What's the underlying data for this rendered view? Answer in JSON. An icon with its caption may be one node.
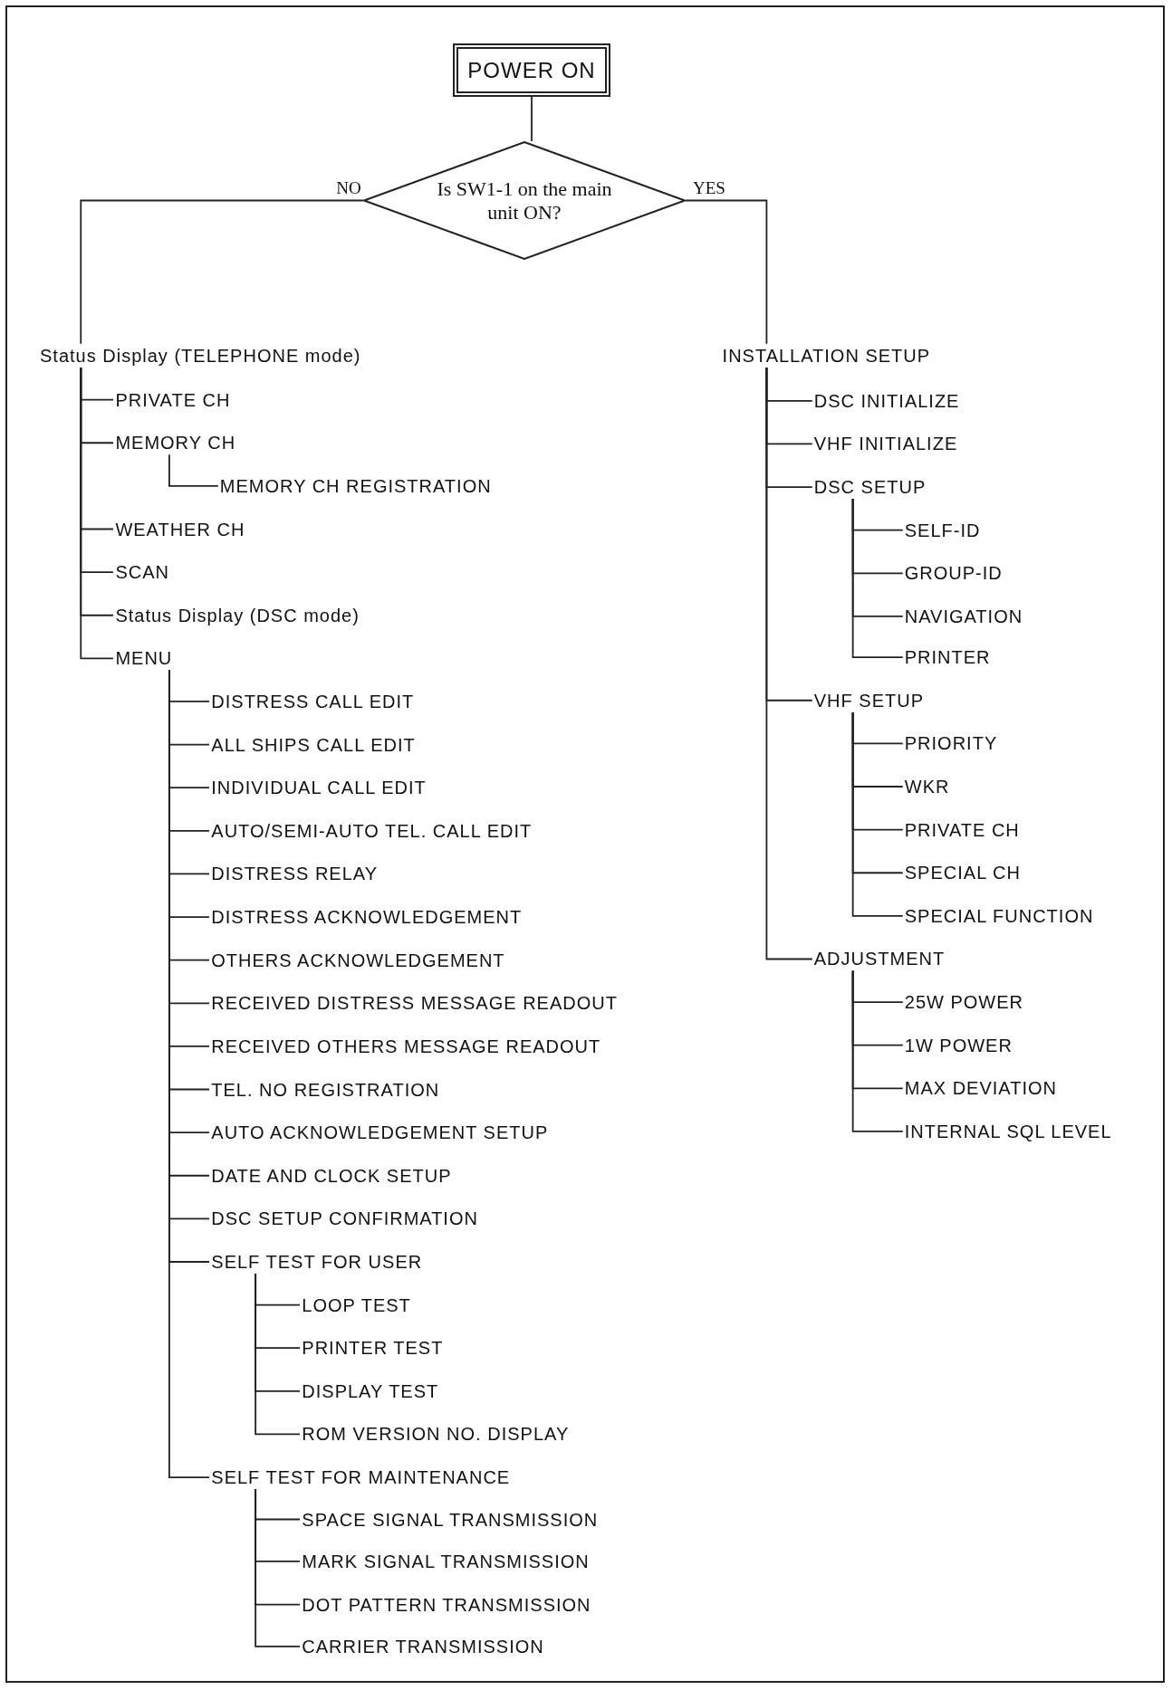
{
  "diagram": {
    "nodes": [
      {
        "text": [
          "POWER ON"
        ]
      },
      {
        "text": [
          "Is SW1-1 on the main unit ON?"
        ]
      },
      {
        "text": [
          "Status Display (TELEPHONE mode)"
        ]
      },
      {
        "text": [
          "PRIVATE CH"
        ]
      },
      {
        "text": [
          "MEMORY CH"
        ]
      },
      {
        "text": [
          "MEMORY CH REGISTRATION"
        ]
      },
      {
        "text": [
          "WEATHER CH"
        ]
      },
      {
        "text": [
          "SCAN"
        ]
      },
      {
        "text": [
          "Status Display (DSC mode)"
        ]
      },
      {
        "text": [
          "MENU"
        ]
      },
      {
        "text": [
          "DISTRESS CALL EDIT"
        ]
      },
      {
        "text": [
          "ALL SHIPS CALL EDIT"
        ]
      },
      {
        "text": [
          "INDIVIDUAL CALL EDIT"
        ]
      },
      {
        "text": [
          "AUTO/SEMI-AUTO TEL. CALL EDIT"
        ]
      },
      {
        "text": [
          "DISTRESS RELAY"
        ]
      },
      {
        "text": [
          "DISTRESS ACKNOWLEDGEMENT"
        ]
      },
      {
        "text": [
          "OTHERS ACKNOWLEDGEMENT"
        ]
      },
      {
        "text": [
          "RECEIVED DISTRESS MESSAGE READOUT"
        ]
      },
      {
        "text": [
          "RECEIVED OTHERS MESSAGE READOUT"
        ]
      },
      {
        "text": [
          "TEL. NO REGISTRATION"
        ]
      },
      {
        "text": [
          "AUTO ACKNOWLEDGEMENT SETUP"
        ]
      },
      {
        "text": [
          "DATE AND CLOCK SETUP"
        ]
      },
      {
        "text": [
          "DSC SETUP CONFIRMATION"
        ]
      },
      {
        "text": [
          "SELF TEST FOR USER"
        ]
      },
      {
        "text": [
          "LOOP TEST"
        ]
      },
      {
        "text": [
          "PRINTER TEST"
        ]
      },
      {
        "text": [
          "DISPLAY TEST"
        ]
      },
      {
        "text": [
          "ROM VERSION NO. DISPLAY"
        ]
      },
      {
        "text": [
          "SELF TEST FOR MAINTENANCE"
        ]
      },
      {
        "text": [
          "SPACE SIGNAL TRANSMISSION"
        ]
      },
      {
        "text": [
          "MARK SIGNAL TRANSMISSION"
        ]
      },
      {
        "text": [
          "DOT PATTERN TRANSMISSION"
        ]
      },
      {
        "text": [
          "CARRIER TRANSMISSION"
        ]
      },
      {
        "text": [
          "INSTALLATION SETUP"
        ]
      },
      {
        "text": [
          "DSC INITIALIZE"
        ]
      },
      {
        "text": [
          "VHF INITIALIZE"
        ]
      },
      {
        "text": [
          "DSC SETUP"
        ]
      },
      {
        "text": [
          "SELF-ID"
        ]
      },
      {
        "text": [
          "GROUP-ID"
        ]
      },
      {
        "text": [
          "NAVIGATION"
        ]
      },
      {
        "text": [
          "PRINTER"
        ]
      },
      {
        "text": [
          "VHF SETUP"
        ]
      },
      {
        "text": [
          "PRIORITY"
        ]
      },
      {
        "text": [
          "WKR"
        ]
      },
      {
        "text": [
          "PRIVATE CH"
        ]
      },
      {
        "text": [
          "SPECIAL CH"
        ]
      },
      {
        "text": [
          "SPECIAL FUNCTION"
        ]
      },
      {
        "text": [
          "ADJUSTMENT"
        ]
      },
      {
        "text": [
          "25W POWER"
        ]
      },
      {
        "text": [
          "1W POWER"
        ]
      },
      {
        "text": [
          "MAX DEVIATION"
        ]
      },
      {
        "text": [
          "INTERNAL SQL LEVEL"
        ]
      }
    ],
    "edges": [
      {
        "from": 0,
        "to": 1,
        "arrow": "none"
      },
      {
        "from": 1,
        "to": 2,
        "arrow": "none",
        "label": "NO"
      },
      {
        "from": 1,
        "to": 33,
        "arrow": "none",
        "label": "YES"
      },
      {
        "from": 2,
        "to": 3,
        "arrow": "none"
      },
      {
        "from": 2,
        "to": 4,
        "arrow": "none"
      },
      {
        "from": 4,
        "to": 5,
        "arrow": "none"
      },
      {
        "from": 2,
        "to": 6,
        "arrow": "none"
      },
      {
        "from": 2,
        "to": 7,
        "arrow": "none"
      },
      {
        "from": 2,
        "to": 8,
        "arrow": "none"
      },
      {
        "from": 2,
        "to": 9,
        "arrow": "none"
      },
      {
        "from": 9,
        "to": 10,
        "arrow": "none"
      },
      {
        "from": 9,
        "to": 11,
        "arrow": "none"
      },
      {
        "from": 9,
        "to": 12,
        "arrow": "none"
      },
      {
        "from": 9,
        "to": 13,
        "arrow": "none"
      },
      {
        "from": 9,
        "to": 14,
        "arrow": "none"
      },
      {
        "from": 9,
        "to": 15,
        "arrow": "none"
      },
      {
        "from": 9,
        "to": 16,
        "arrow": "none"
      },
      {
        "from": 9,
        "to": 17,
        "arrow": "none"
      },
      {
        "from": 9,
        "to": 18,
        "arrow": "none"
      },
      {
        "from": 9,
        "to": 19,
        "arrow": "none"
      },
      {
        "from": 9,
        "to": 20,
        "arrow": "none"
      },
      {
        "from": 9,
        "to": 21,
        "arrow": "none"
      },
      {
        "from": 9,
        "to": 22,
        "arrow": "none"
      },
      {
        "from": 9,
        "to": 23,
        "arrow": "none"
      },
      {
        "from": 23,
        "to": 24,
        "arrow": "none"
      },
      {
        "from": 23,
        "to": 25,
        "arrow": "none"
      },
      {
        "from": 23,
        "to": 26,
        "arrow": "none"
      },
      {
        "from": 23,
        "to": 27,
        "arrow": "none"
      },
      {
        "from": 9,
        "to": 28,
        "arrow": "none"
      },
      {
        "from": 28,
        "to": 29,
        "arrow": "none"
      },
      {
        "from": 28,
        "to": 30,
        "arrow": "none"
      },
      {
        "from": 28,
        "to": 31,
        "arrow": "none"
      },
      {
        "from": 28,
        "to": 32,
        "arrow": "none"
      },
      {
        "from": 33,
        "to": 34,
        "arrow": "none"
      },
      {
        "from": 33,
        "to": 35,
        "arrow": "none"
      },
      {
        "from": 33,
        "to": 36,
        "arrow": "none"
      },
      {
        "from": 36,
        "to": 37,
        "arrow": "none"
      },
      {
        "from": 36,
        "to": 38,
        "arrow": "none"
      },
      {
        "from": 36,
        "to": 39,
        "arrow": "none"
      },
      {
        "from": 36,
        "to": 40,
        "arrow": "none"
      },
      {
        "from": 33,
        "to": 41,
        "arrow": "none"
      },
      {
        "from": 41,
        "to": 42,
        "arrow": "none"
      },
      {
        "from": 41,
        "to": 43,
        "arrow": "none"
      },
      {
        "from": 41,
        "to": 44,
        "arrow": "none"
      },
      {
        "from": 41,
        "to": 45,
        "arrow": "none"
      },
      {
        "from": 41,
        "to": 46,
        "arrow": "none"
      },
      {
        "from": 33,
        "to": 47,
        "arrow": "none"
      },
      {
        "from": 47,
        "to": 48,
        "arrow": "none"
      },
      {
        "from": 47,
        "to": 49,
        "arrow": "none"
      },
      {
        "from": 47,
        "to": 50,
        "arrow": "none"
      },
      {
        "from": 47,
        "to": 51,
        "arrow": "none"
      }
    ]
  }
}
